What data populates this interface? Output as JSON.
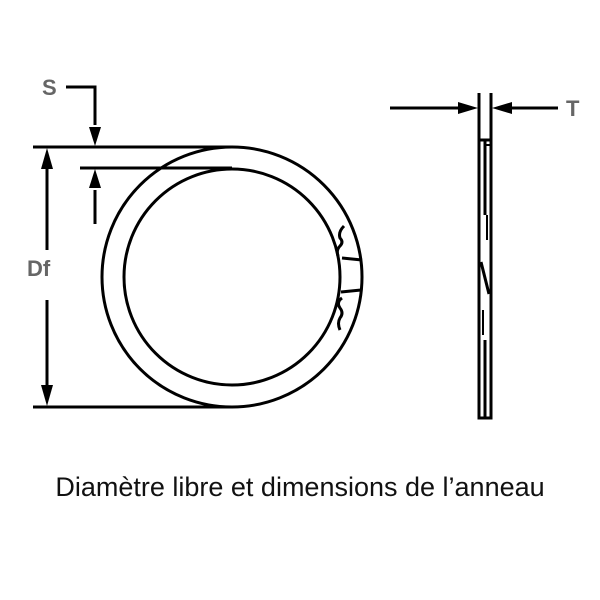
{
  "diagram": {
    "labels": {
      "s": "S",
      "df": "Df",
      "t": "T"
    },
    "caption": "Diamètre libre et dimensions de l’anneau",
    "colors": {
      "line": "#000000",
      "label": "#666666",
      "caption": "#111111",
      "background": "#ffffff"
    }
  }
}
